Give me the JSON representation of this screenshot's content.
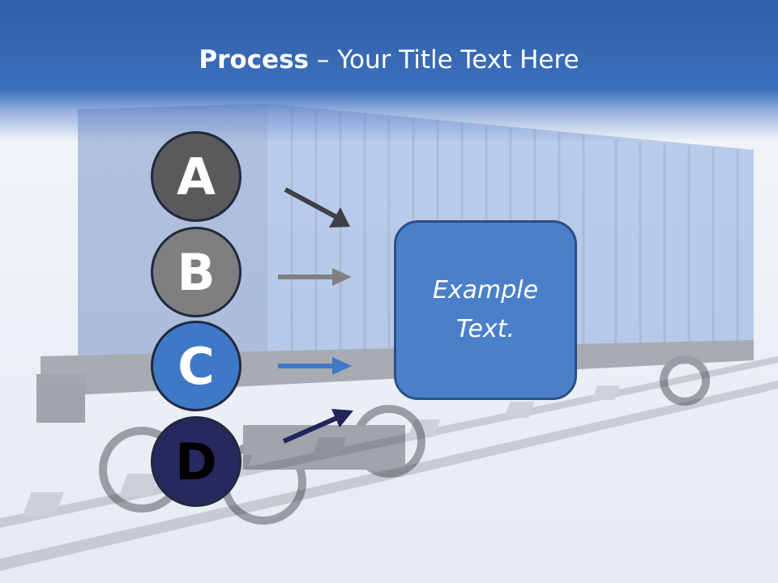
{
  "title": {
    "bold": "Process",
    "rest": " – Your Title Text Here"
  },
  "steps": [
    {
      "letter": "A",
      "color": "#5a5a5a"
    },
    {
      "letter": "B",
      "color": "#7f7f7f"
    },
    {
      "letter": "C",
      "color": "#3f78c6"
    },
    {
      "letter": "D",
      "color": "#27295e"
    }
  ],
  "box": {
    "text": "Example Text.",
    "color": "#4a80c9"
  },
  "colors": {
    "header": "#3c6fbd",
    "arrow_a": "#3f3f46",
    "arrow_b": "#808080",
    "arrow_c": "#3f78c6",
    "arrow_d": "#22245a"
  }
}
